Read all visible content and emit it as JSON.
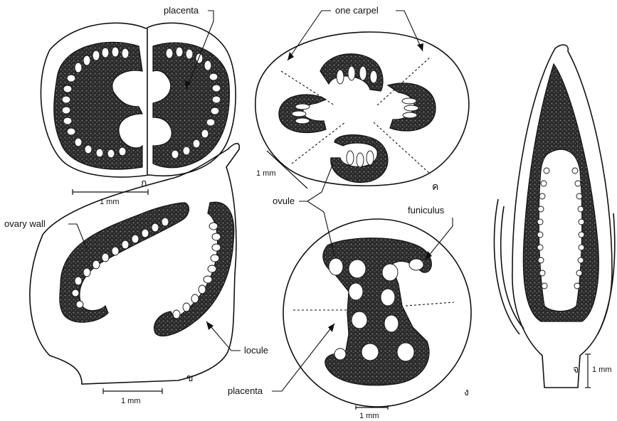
{
  "labels": {
    "placenta_top": "placenta",
    "one_carpel": "one carpel",
    "ovary_wall": "ovary wall",
    "ovule": "ovule",
    "funiculus": "funiculus",
    "locule": "locule",
    "placenta_bottom": "placenta"
  },
  "scale_bars": {
    "fig_a": "1 mm",
    "fig_b": "1 mm",
    "fig_c": "1 mm",
    "fig_d": "1 mm",
    "fig_e": "1 mm"
  },
  "figure_letters": {
    "a": "ก",
    "b": "ข",
    "c": "ค",
    "d": "ง",
    "e": "จ"
  }
}
